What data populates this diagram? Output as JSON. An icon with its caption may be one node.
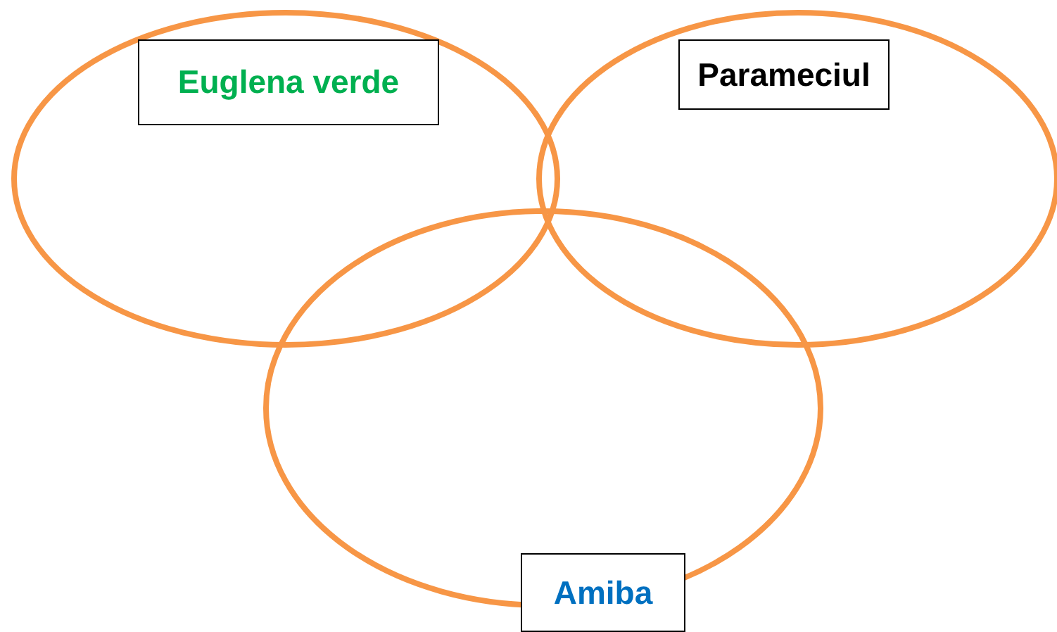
{
  "diagram": {
    "nodes": [
      {
        "text": [
          "Euglena verde"
        ]
      },
      {
        "text": [
          "Parameciul"
        ]
      },
      {
        "text": [
          "Amiba"
        ]
      }
    ],
    "edges": []
  }
}
